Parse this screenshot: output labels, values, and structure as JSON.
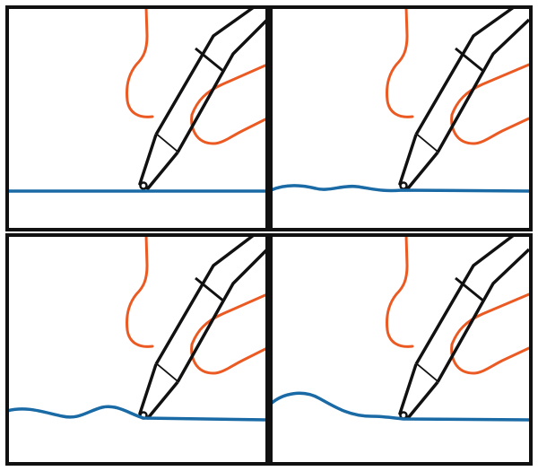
{
  "colors": {
    "frame": "#111111",
    "hand": "#ec5a24",
    "line": "#1a6aa6",
    "background": "#ffffff"
  },
  "panels": [
    {
      "name": "panel-1-straight-line",
      "wave": "none"
    },
    {
      "name": "panel-2-slight-wobble",
      "wave": "small"
    },
    {
      "name": "panel-3-medium-wave",
      "wave": "medium"
    },
    {
      "name": "panel-4-large-wave",
      "wave": "large"
    }
  ]
}
